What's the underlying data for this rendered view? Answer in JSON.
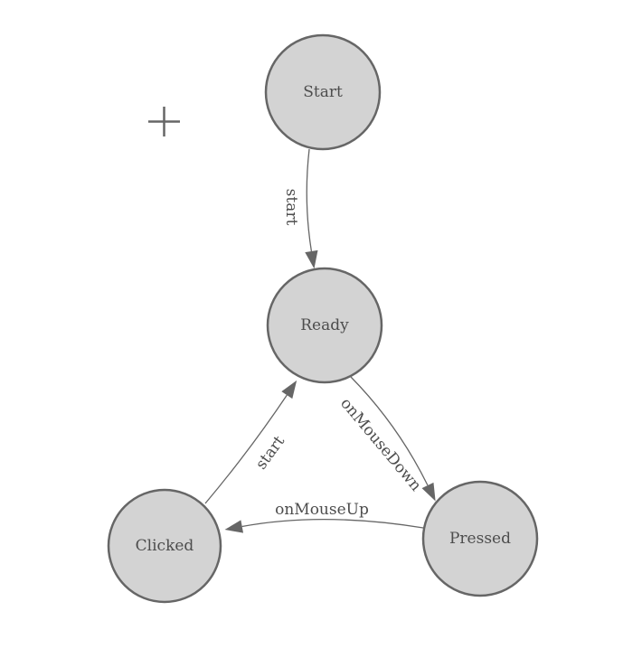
{
  "diagram": {
    "background_color": "#ffffff",
    "node_fill_color": "#d3d3d3",
    "node_border_color": "#666666",
    "edge_color": "#666666",
    "label_color": "#4d4d4d",
    "nodes": [
      {
        "id": "start",
        "label": "Start"
      },
      {
        "id": "ready",
        "label": "Ready"
      },
      {
        "id": "clicked",
        "label": "Clicked"
      },
      {
        "id": "pressed",
        "label": "Pressed"
      }
    ],
    "edges": [
      {
        "from": "Start",
        "to": "Ready",
        "label": "start"
      },
      {
        "from": "Clicked",
        "to": "Ready",
        "label": "start"
      },
      {
        "from": "Ready",
        "to": "Pressed",
        "label": "onMouseDown"
      },
      {
        "from": "Pressed",
        "to": "Clicked",
        "label": "onMouseUp"
      }
    ],
    "cursor_icon": "crosshair-plus"
  }
}
